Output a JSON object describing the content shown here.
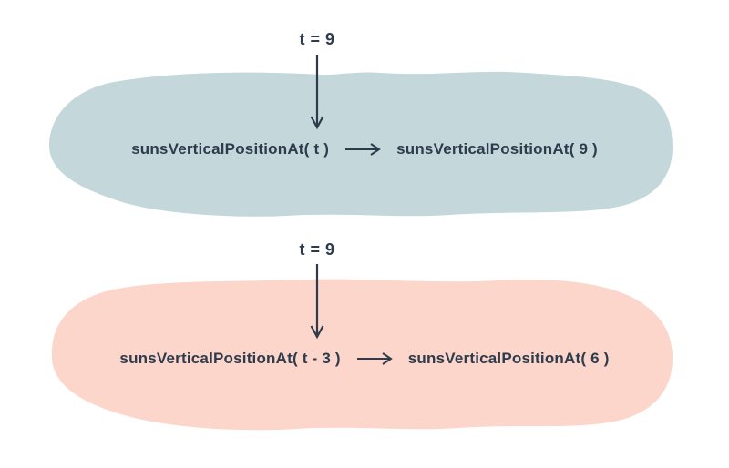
{
  "colors": {
    "background": "#ffffff",
    "blob_teal": "#c4d7da",
    "blob_salmon": "#fcd6ca",
    "ink": "#2d3b4d"
  },
  "panels": [
    {
      "substitution_label": "t = 9",
      "lhs": "sunsVerticalPositionAt( t )",
      "rhs": "sunsVerticalPositionAt( 9 )"
    },
    {
      "substitution_label": "t = 9",
      "lhs": "sunsVerticalPositionAt( t - 3 )",
      "rhs": "sunsVerticalPositionAt( 6 )"
    }
  ]
}
